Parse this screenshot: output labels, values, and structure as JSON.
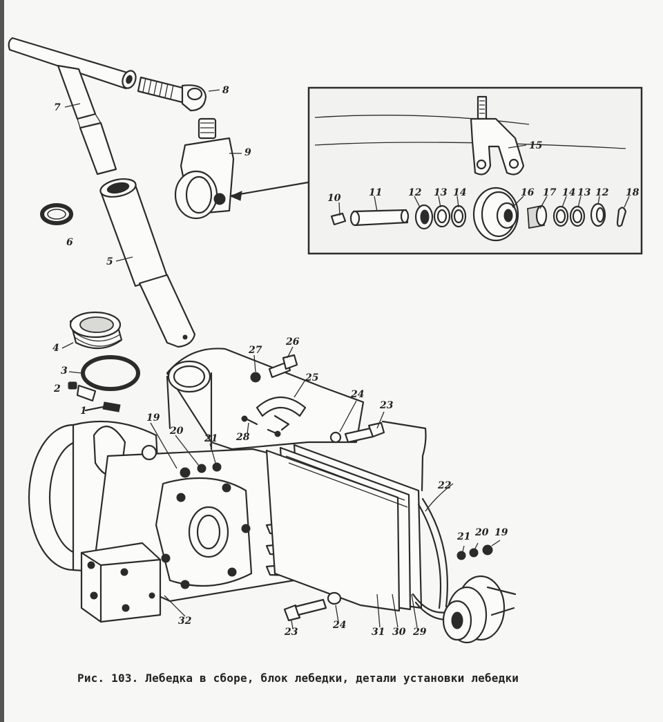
{
  "caption": "Рис. 103. Лебедка в сборе, блок лебедки, детали установки лебедки",
  "callouts": {
    "c1": "1",
    "c2": "2",
    "c3": "3",
    "c4": "4",
    "c5": "5",
    "c6": "6",
    "c7": "7",
    "c8": "8",
    "c9": "9",
    "c10": "10",
    "c11": "11",
    "c12a": "12",
    "c13a": "13",
    "c14a": "14",
    "c15": "15",
    "c16": "16",
    "c17": "17",
    "c14b": "14",
    "c13b": "13",
    "c12b": "12",
    "c18": "18",
    "c19a": "19",
    "c20a": "20",
    "c21a": "21",
    "c19b": "19",
    "c20b": "20",
    "c21b": "21",
    "c22": "22",
    "c23a": "23",
    "c24a": "24",
    "c25": "25",
    "c26": "26",
    "c27": "27",
    "c28": "28",
    "c23b": "23",
    "c24b": "24",
    "c29": "29",
    "c30": "30",
    "c31": "31",
    "c32": "32"
  }
}
